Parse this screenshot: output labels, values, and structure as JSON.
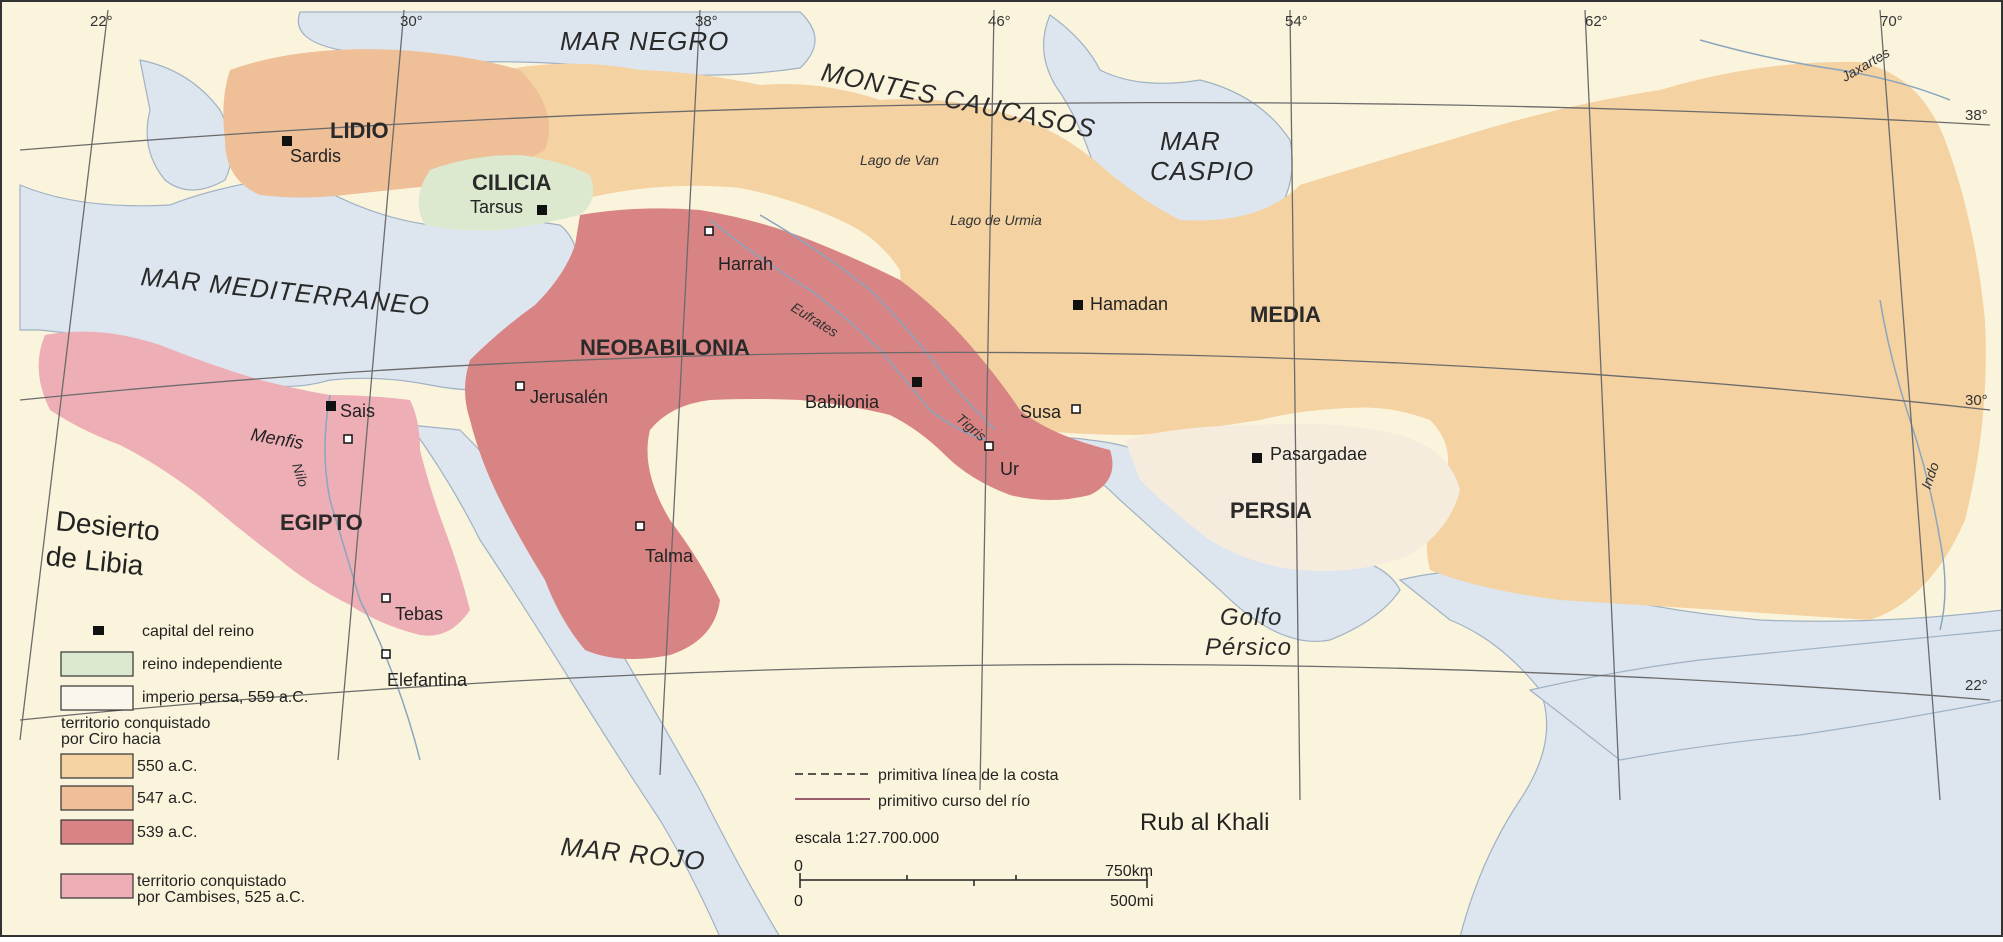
{
  "coordinates": {
    "longitudes": [
      "22°",
      "30°",
      "38°",
      "46°",
      "54°",
      "62°",
      "70°"
    ],
    "latitudes": [
      "38°",
      "30°",
      "22°"
    ]
  },
  "seas": {
    "black_sea": "MAR NEGRO",
    "caspian_1": "MAR",
    "caspian_2": "CASPIO",
    "mediterranean": "MAR MEDITERRANEO",
    "red_sea": "MAR ROJO",
    "gulf_1": "Golfo",
    "gulf_2": "Pérsico"
  },
  "landforms": {
    "caucasus": "MONTES CAUCASOS",
    "libya_1": "Desierto",
    "libya_2": "de Libia",
    "rub_al_khali": "Rub al Khali"
  },
  "lakes": {
    "van": "Lago de Van",
    "urmia": "Lago de Urmia"
  },
  "rivers": {
    "euphrates": "Eufrates",
    "tigris": "Tigris",
    "nile": "Nilo",
    "indus": "Indo",
    "jaxartes": "Jaxartes"
  },
  "regions": {
    "lydia": "LIDIO",
    "cilicia": "CILICIA",
    "neobabylonia": "NEOBABILONIA",
    "media": "MEDIA",
    "persia": "PERSIA",
    "egypt": "EGIPTO"
  },
  "cities": {
    "sardis": "Sardis",
    "tarsus": "Tarsus",
    "harrah": "Harrah",
    "jerusalem": "Jerusalén",
    "babylon": "Babilonia",
    "susa": "Susa",
    "ur": "Ur",
    "hamadan": "Hamadan",
    "pasargadae": "Pasargadae",
    "sais": "Sais",
    "memphis": "Menfis",
    "thebes": "Tebas",
    "elephantine": "Elefantina",
    "talma": "Talma"
  },
  "legend": {
    "capital": "capital del reino",
    "independent": "reino independiente",
    "persian_empire": "imperio persa, 559 a.C.",
    "conquered_header_1": "territorio conquistado",
    "conquered_header_2": "por Ciro hacia",
    "y550": "550 a.C.",
    "y547": "547 a.C.",
    "y539": "539 a.C.",
    "cambyses_1": "territorio conquistado",
    "cambyses_2": "por Cambises, 525 a.C.",
    "coastline": "primitiva línea de la costa",
    "river_course": "primitivo curso del río",
    "scale": "escala 1:27.700.000",
    "scale_zero_km": "0",
    "scale_zero_mi": "0",
    "scale_km": "750km",
    "scale_mi": "500mi"
  },
  "colors": {
    "sea": "#dde5ee",
    "land": "#fbf4dc",
    "independent": "#dde9cf",
    "persian_empire": "#f6ecde",
    "y550": "#f4d2a2",
    "y547": "#efbf98",
    "y539": "#d98484",
    "cambyses": "#eeaeb5",
    "river": "#8aa6be",
    "grid": "#6b6b6b"
  }
}
